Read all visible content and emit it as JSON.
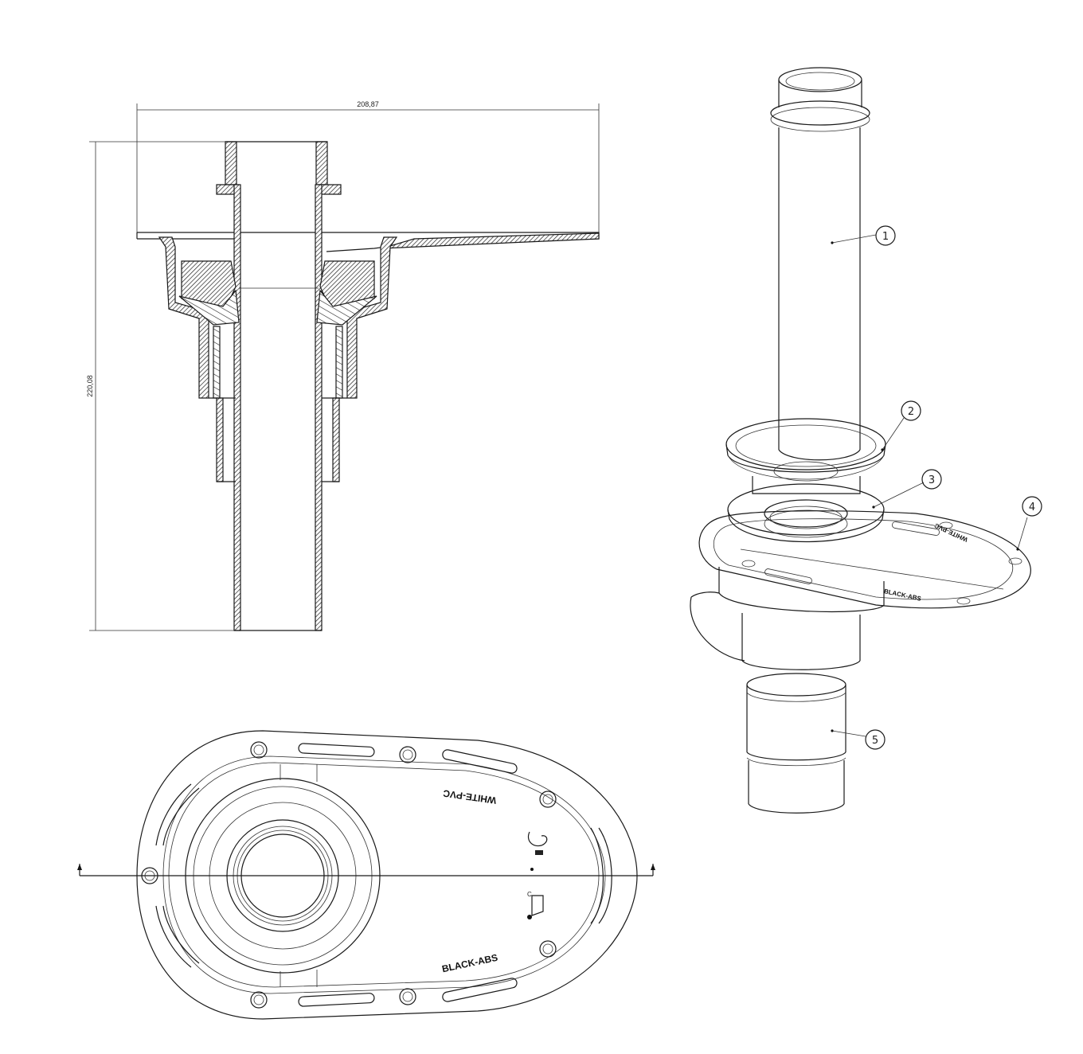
{
  "drawing": {
    "section_view": {
      "dimension_width": "208,87",
      "dimension_height": "220,08"
    },
    "plan_view": {
      "marking_top": "WHITE-PVC",
      "marking_bottom": "BLACK-ABS",
      "section_arrows": [
        "left",
        "right"
      ]
    },
    "exploded_view": {
      "balloons": [
        {
          "id": "1",
          "label": "1"
        },
        {
          "id": "2",
          "label": "2"
        },
        {
          "id": "3",
          "label": "3"
        },
        {
          "id": "4",
          "label": "4"
        },
        {
          "id": "5",
          "label": "5"
        }
      ],
      "flange_marking_top": "WHITE-PVC",
      "flange_marking_bottom": "BLACK-ABS"
    },
    "colors": {
      "line": "#1a1a1a",
      "background": "#ffffff"
    }
  }
}
